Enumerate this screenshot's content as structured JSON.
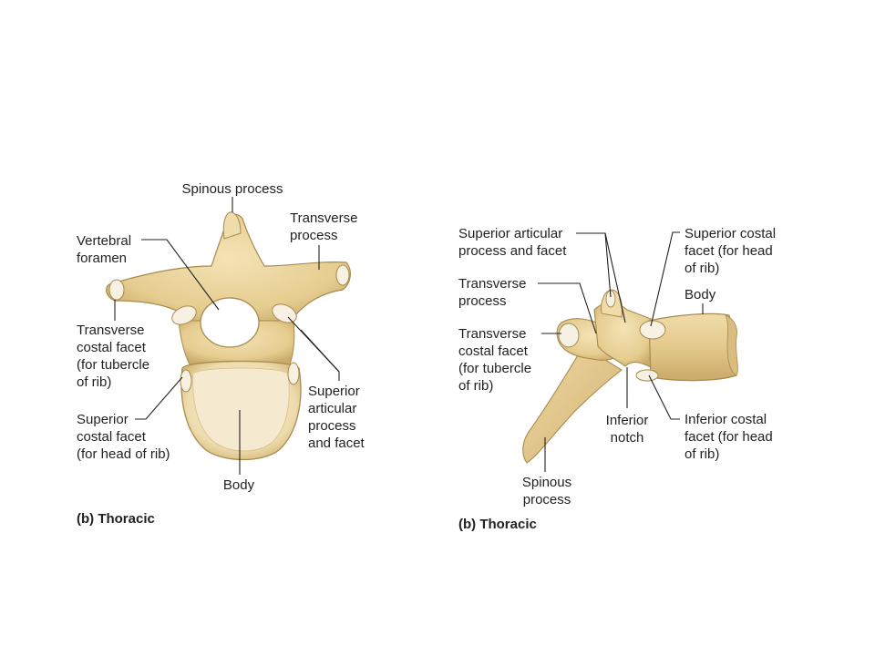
{
  "colors": {
    "bone": "#ecd7a0",
    "bone_shade": "#c9ac6c",
    "bone_outline": "#a88a4e",
    "body_top": "#f3e6c3",
    "facet": "#f6f1e3",
    "leader": "#231f20"
  },
  "superior_view": {
    "caption": "(b) Thoracic",
    "labels": {
      "spinous_process": "Spinous process",
      "transverse_process": "Transverse\nprocess",
      "vertebral_foramen": "Vertebral\nforamen",
      "transverse_costal_facet": "Transverse\ncostal facet\n(for tubercle\nof rib)",
      "superior_costal_facet": "Superior\ncostal facet\n(for head of rib)",
      "superior_articular_process": "Superior\narticular\nprocess\nand facet",
      "body": "Body"
    }
  },
  "lateral_view": {
    "caption": "(b) Thoracic",
    "labels": {
      "superior_articular_process": "Superior articular\nprocess and facet",
      "transverse_process": "Transverse\nprocess",
      "transverse_costal_facet": "Transverse\ncostal facet\n(for tubercle\nof rib)",
      "spinous_process": "Spinous\nprocess",
      "inferior_notch": "Inferior\nnotch",
      "superior_costal_facet": "Superior costal\nfacet (for head\nof rib)",
      "body": "Body",
      "inferior_costal_facet": "Inferior costal\nfacet (for head\nof rib)"
    }
  }
}
